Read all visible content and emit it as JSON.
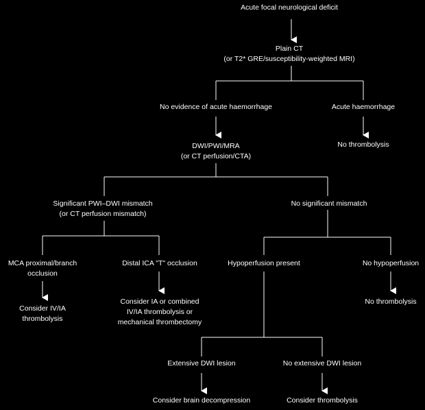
{
  "diagram": {
    "colors": {
      "background": "#000000",
      "foreground": "#ffffff"
    },
    "nodes": {
      "deficit": [
        "Acute focal neurological deficit"
      ],
      "plain_ct": [
        "Plain CT",
        "(or T2* GRE/susceptibility-weighted MRI)"
      ],
      "no_haem": [
        "No evidence of acute haemorrhage"
      ],
      "acute_haem": [
        "Acute haemorrhage"
      ],
      "dwi": [
        "DWI/PWI/MRA",
        "(or CT perfusion/CTA)"
      ],
      "no_thromb_1": [
        "No thrombolysis"
      ],
      "sig_mismatch": [
        "Significant PWI–DWI mismatch",
        "(or CT perfusion mismatch)"
      ],
      "no_sig_mismatch": [
        "No significant mismatch"
      ],
      "mca": [
        "MCA proximal/branch",
        "occlusion"
      ],
      "ica": [
        "Distal ICA \"T\" occlusion"
      ],
      "hypo_present": [
        "Hypoperfusion present"
      ],
      "no_hypo": [
        "No hypoperfusion"
      ],
      "consider_iv": [
        "Consider IV/IA",
        "thrombolysis"
      ],
      "consider_ia": [
        "Consider IA or combined",
        "IV/IA thrombolysis or",
        "mechanical thrombectomy"
      ],
      "no_thromb_2": [
        "No thrombolysis"
      ],
      "ext_dwi": [
        "Extensive DWI lesion"
      ],
      "no_ext_dwi": [
        "No extensive DWI lesion"
      ],
      "decompression": [
        "Consider brain decompression"
      ],
      "consider_thromb": [
        "Consider thrombolysis"
      ]
    }
  }
}
